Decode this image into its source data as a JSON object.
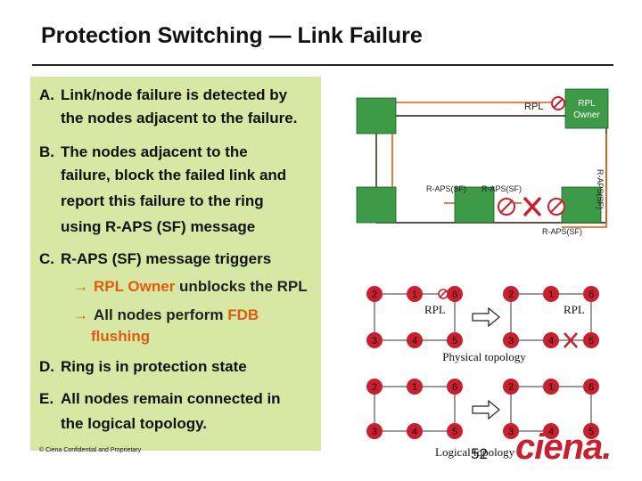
{
  "slide": {
    "title": "Protection Switching — Link Failure",
    "footer": "© Ciena Confidential and Proprietary",
    "page_number": "52",
    "logo_text": "ciena"
  },
  "panel": {
    "items": [
      {
        "key": "A.",
        "line1": "Link/node failure is detected by",
        "line2": "the nodes adjacent to the failure."
      },
      {
        "key": "B.",
        "line1": "The nodes adjacent to the",
        "line2": "failure, block the failed link and",
        "line3": "report this failure to the ring",
        "line4": "using R-APS (SF) message"
      },
      {
        "key": "C.",
        "line1": "R-APS (SF) message triggers"
      },
      {
        "key": "D.",
        "line1": "Ring is in protection state"
      },
      {
        "key": "E.",
        "line1": "All nodes remain connected in",
        "line2": "the logical topology."
      }
    ],
    "sub1": {
      "hl": "RPL Owner",
      "rest": " unblocks the RPL"
    },
    "sub2": {
      "pre": "All nodes perform ",
      "hl": "FDB",
      "rest": "flushing"
    }
  },
  "ring_diagram": {
    "rpl_label": "RPL",
    "rpl_owner_line1": "RPL",
    "rpl_owner_line2": "Owner",
    "raps_left": "R-APS(SF)",
    "raps_mid": "R-APS(SF)",
    "raps_right_vertical": "R-APS(SF)",
    "raps_bottom": "R-APS(SF)"
  },
  "topologies": {
    "physical_caption": "Physical topology",
    "logical_caption": "Logical topology",
    "rpl_label": "RPL",
    "nodes_top": [
      "2",
      "1",
      "6"
    ],
    "nodes_bottom": [
      "3",
      "4",
      "5"
    ]
  },
  "colors": {
    "node_fill": "#c8202f",
    "ring_node": "#3d9a47",
    "accent": "#e05a10",
    "panel": "#d6e8a3"
  }
}
